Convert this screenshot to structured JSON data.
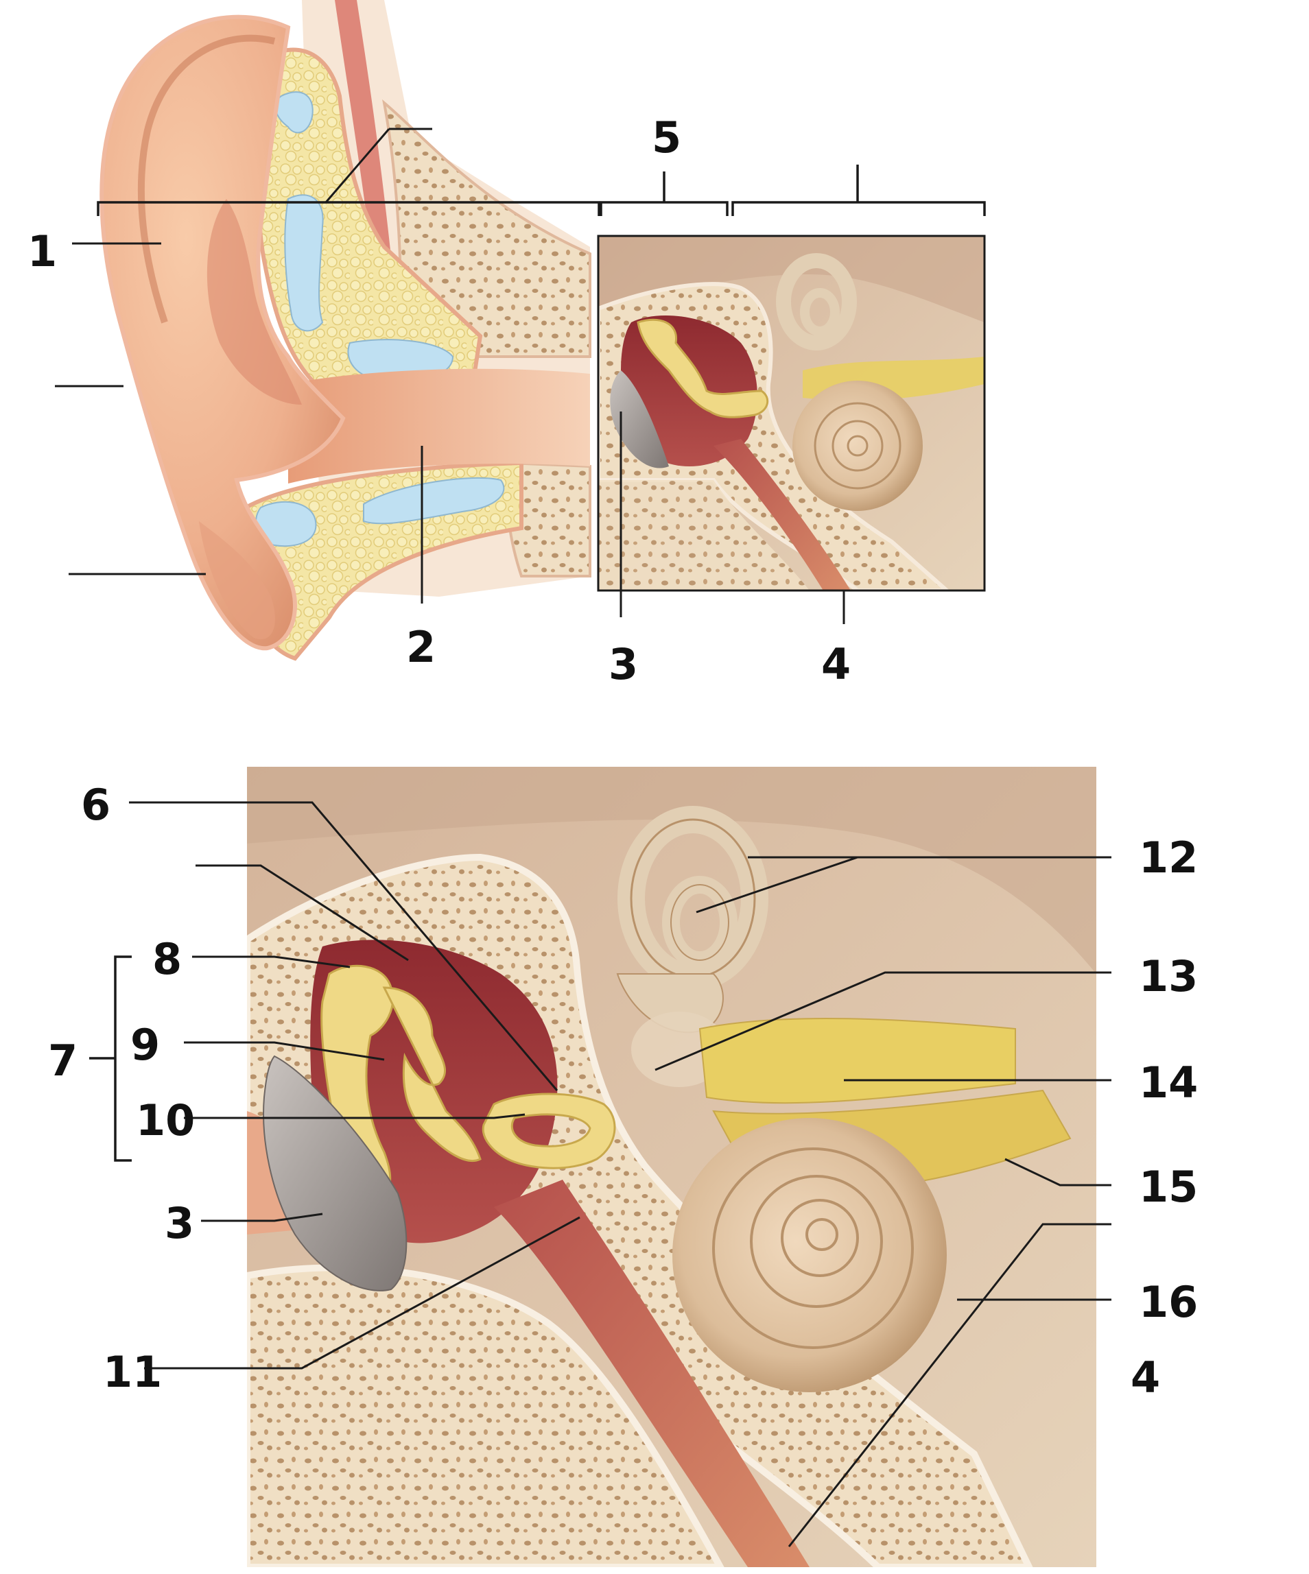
{
  "colors": {
    "skin": "#eeb08e",
    "skin_dark": "#d98d6a",
    "cartilage": "#f3e39a",
    "fat_blue": "#bfe0f2",
    "bone": "#e8d4b6",
    "bone_pore": "#b8926a",
    "tissue": "#e2cfb4",
    "cavity": "#a83a3c",
    "ossicle": "#efd986",
    "nerve": "#e8cf63",
    "cochlea": "#dcbd9a",
    "eardrum": "#9a9390",
    "label": "#111111"
  },
  "top_labels": {
    "l1": "1",
    "l2": "2",
    "l3": "3",
    "l4": "4",
    "l5": "5"
  },
  "bottom_labels": {
    "l3": "3",
    "l4": "4",
    "l6": "6",
    "l7": "7",
    "l8": "8",
    "l9": "9",
    "l10": "10",
    "l11": "11",
    "l12": "12",
    "l13": "13",
    "l14": "14",
    "l15": "15",
    "l16": "16"
  }
}
